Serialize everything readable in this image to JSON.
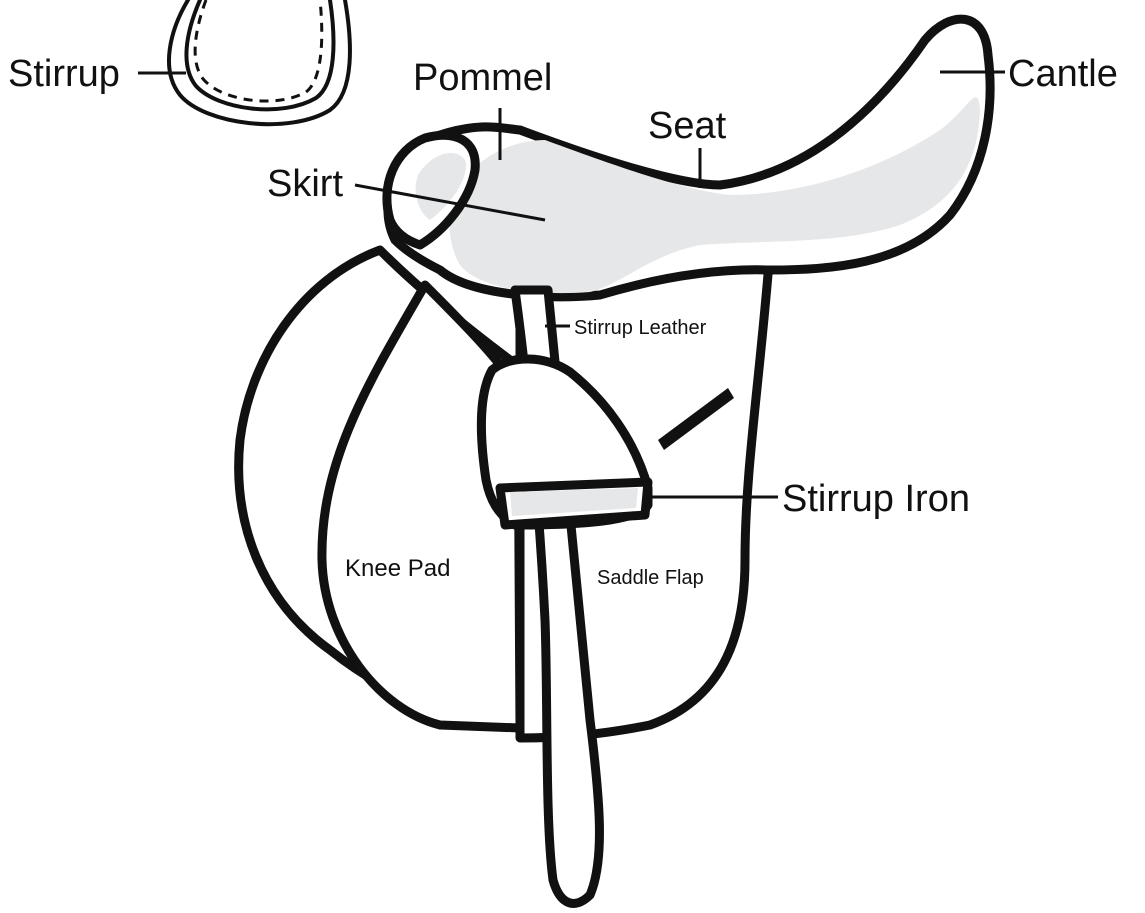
{
  "labels": {
    "stirrup": "Stirrup",
    "pommel": "Pommel",
    "seat": "Seat",
    "cantle": "Cantle",
    "skirt": "Skirt",
    "stirrup_leather": "Stirrup Leather",
    "stirrup_iron": "Stirrup Iron",
    "knee_pad": "Knee Pad",
    "saddle_flap": "Saddle Flap"
  },
  "colors": {
    "line": "#111111",
    "shade": "#e6e7e8",
    "background": "#ffffff"
  }
}
